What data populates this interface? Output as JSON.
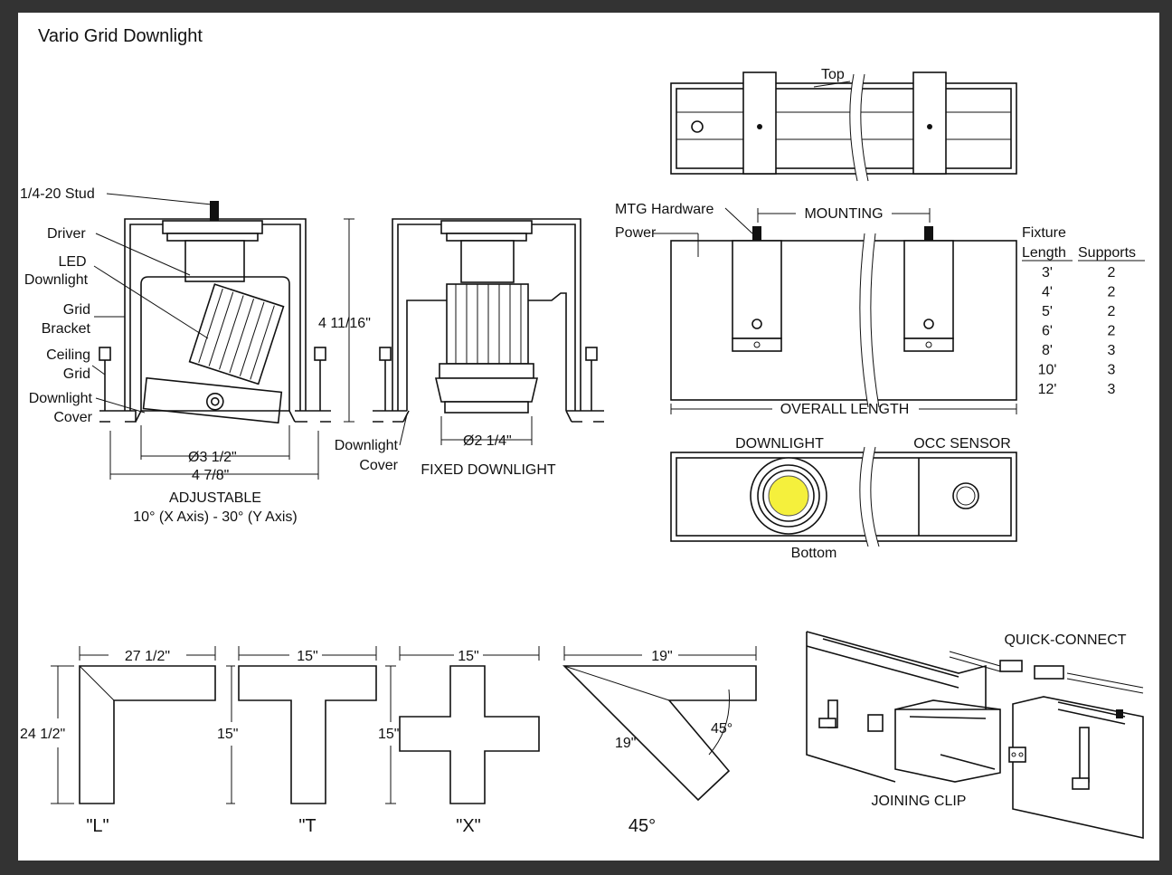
{
  "title": "Vario Grid Downlight",
  "adjustable": {
    "labels": {
      "stud": "1/4-20 Stud",
      "driver": "Driver",
      "led1": "LED",
      "led2": "Downlight",
      "grid1": "Grid",
      "grid2": "Bracket",
      "ceiling1": "Ceiling",
      "ceiling2": "Grid",
      "cover1": "Downlight",
      "cover2": "Cover"
    },
    "dim_height": "4 11/16\"",
    "dim_aperture": "Ø3 1/2\"",
    "dim_width": "4 7/8\"",
    "caption": "ADJUSTABLE",
    "caption2": "10° (X Axis)  -  30° (Y Axis)"
  },
  "fixed": {
    "dim_aperture": "Ø2 1/4\"",
    "cover1": "Downlight",
    "cover2": "Cover",
    "caption": "FIXED DOWNLIGHT"
  },
  "top_view": {
    "label": "Top"
  },
  "side_view": {
    "mtg": "MTG Hardware",
    "power": "Power",
    "mounting": "MOUNTING",
    "overall": "OVERALL LENGTH"
  },
  "supports_table": {
    "header1": "Fixture",
    "header_col1": "Length",
    "header_col2": "Supports",
    "rows": [
      [
        "3'",
        "2"
      ],
      [
        "4'",
        "2"
      ],
      [
        "5'",
        "2"
      ],
      [
        "6'",
        "2"
      ],
      [
        "8'",
        "3"
      ],
      [
        "10'",
        "3"
      ],
      [
        "12'",
        "3"
      ]
    ]
  },
  "bottom_view": {
    "downlight": "DOWNLIGHT",
    "occ": "OCC SENSOR",
    "label": "Bottom",
    "led_color": "#f5f03c"
  },
  "shapes": {
    "L": {
      "width": "27 1/2\"",
      "height": "24 1/2\"",
      "label": "\"L\""
    },
    "T": {
      "width": "15\"",
      "height": "15\"",
      "label": "\"T"
    },
    "X": {
      "width": "15\"",
      "height": "15\"",
      "label": "\"X\""
    },
    "A45": {
      "width": "19\"",
      "side": "19\"",
      "angle": "45°",
      "label": "45°"
    }
  },
  "connect": {
    "quick": "QUICK-CONNECT",
    "clip": "JOINING CLIP"
  }
}
